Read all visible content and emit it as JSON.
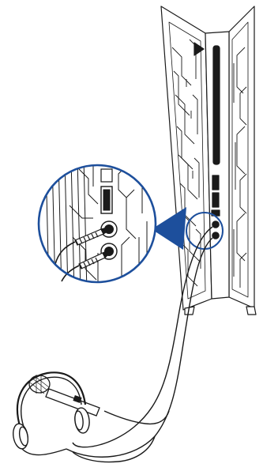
{
  "illustration": {
    "subject": "desktop-tower-audio-connection",
    "devices": [
      "desktop-tower",
      "microphone",
      "headphones"
    ],
    "ports": [
      "headphone-jack",
      "microphone-jack"
    ],
    "callout": "zoomed-front-panel-audio-ports",
    "colors": {
      "line": "#1a1a1a",
      "callout_accent": "#1d4f9c",
      "case_fill": "#ffffff",
      "port_fill": "#2b2b2b",
      "background": "#ffffff"
    }
  }
}
